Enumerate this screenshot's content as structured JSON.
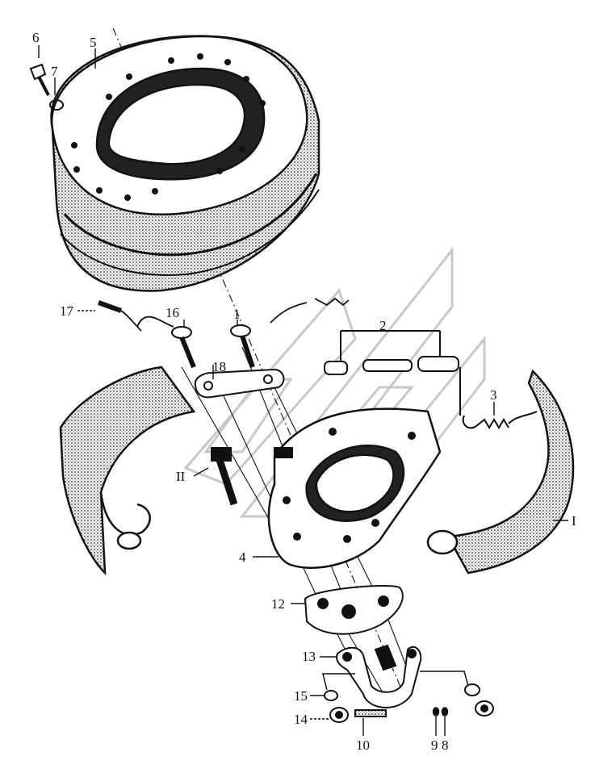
{
  "labels": {
    "l1": "1",
    "l2": "2",
    "l3": "3",
    "l4": "4",
    "l5": "5",
    "l6": "6",
    "l7": "7",
    "l8": "8",
    "l9": "9",
    "l10": "10",
    "l12": "12",
    "l13": "13",
    "l14": "14",
    "l15": "15",
    "l16": "16",
    "l17": "17",
    "l18": "18",
    "lI": "I",
    "lII": "II"
  },
  "colors": {
    "ink": "#111111",
    "watermark": "#c8c8c8",
    "background": "#ffffff"
  }
}
